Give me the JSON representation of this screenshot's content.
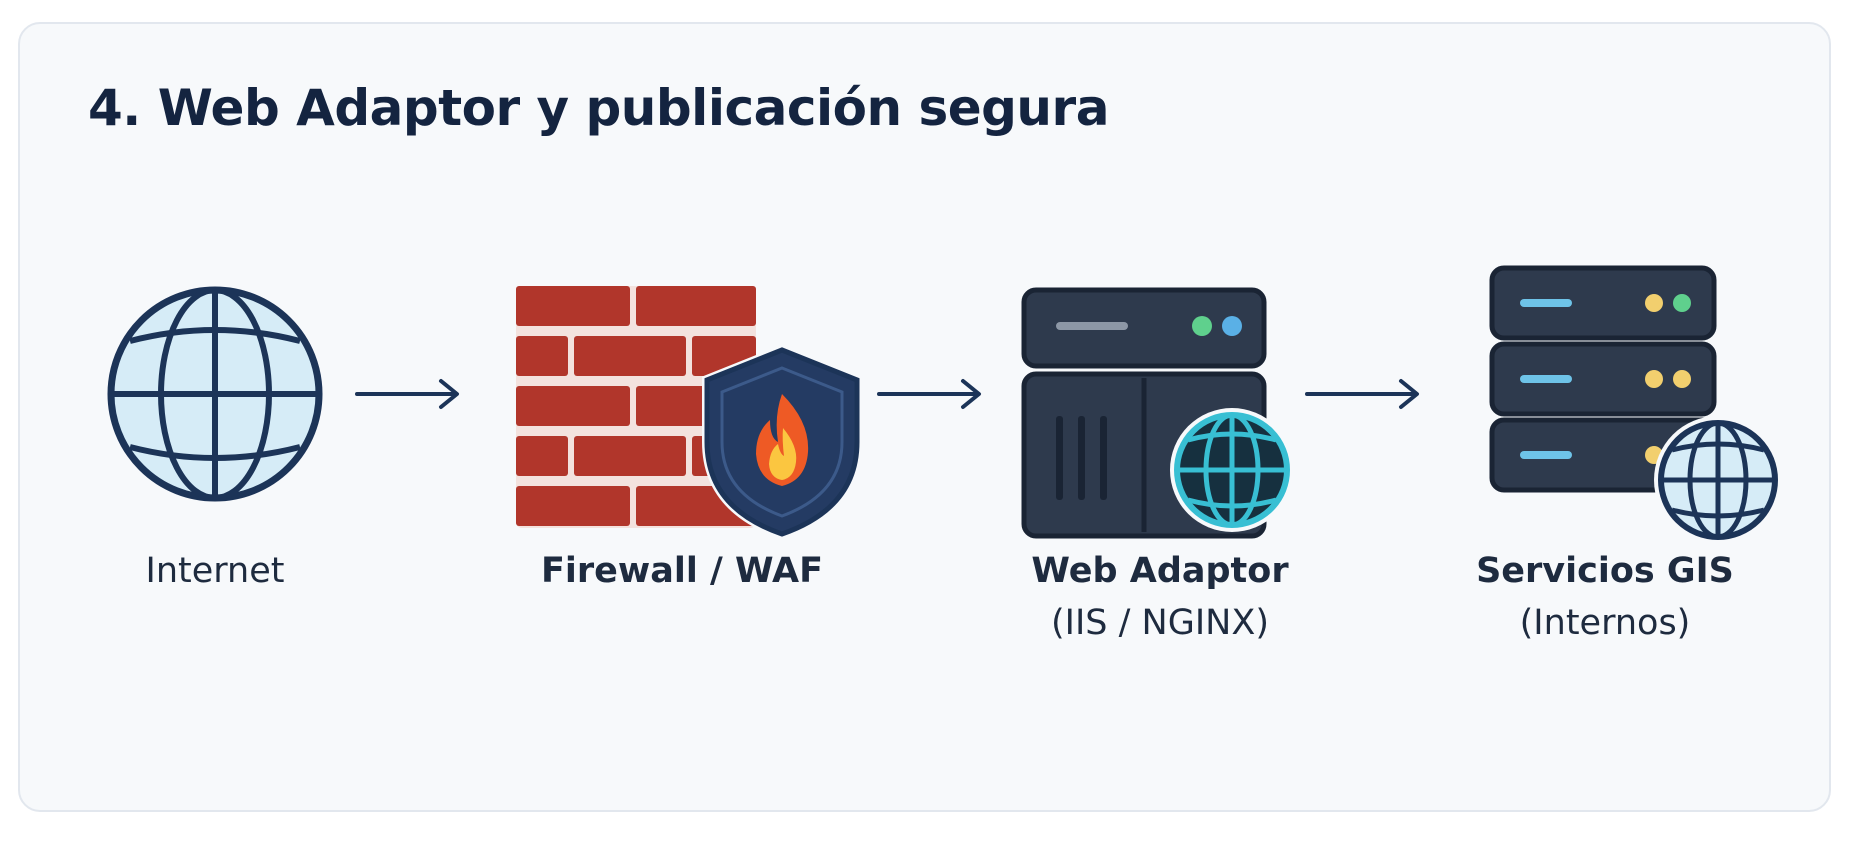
{
  "diagram": {
    "title": "4. Web Adaptor y publicación segura",
    "nodes": [
      {
        "id": "internet",
        "label": "Internet",
        "sublabel": ""
      },
      {
        "id": "firewall",
        "label": "Firewall / WAF",
        "sublabel": ""
      },
      {
        "id": "web-adaptor",
        "label": "Web Adaptor",
        "sublabel": "(IIS / NGINX)"
      },
      {
        "id": "gis",
        "label": "Servicios GIS",
        "sublabel": "(Internos)"
      }
    ],
    "edges": [
      {
        "from": "internet",
        "to": "firewall"
      },
      {
        "from": "firewall",
        "to": "web-adaptor"
      },
      {
        "from": "web-adaptor",
        "to": "gis"
      }
    ],
    "colors": {
      "title": "#142440",
      "navy": "#1c3458",
      "globe_fill": "#d6ecf7",
      "brick": "#b1362b",
      "server": "#2e3a4d",
      "teal": "#38bfd3",
      "flame": "#f0692a"
    }
  }
}
